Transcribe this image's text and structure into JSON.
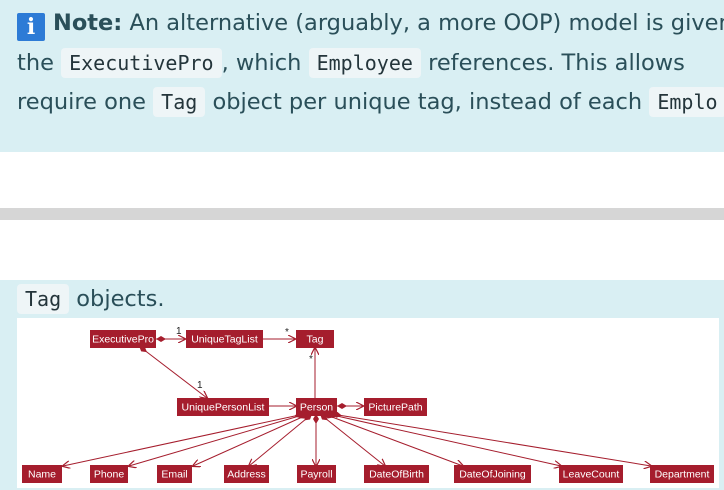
{
  "note": {
    "icon": "info-icon",
    "label": "Note:",
    "line1_text": " An alternative (arguably, a more OOP) model is given",
    "line2_a": "the ",
    "code1": "ExecutivePro",
    "line2_b": ", which ",
    "code2": "Employee",
    "line2_c": " references. This allows",
    "line3_a": "require one ",
    "code3": "Tag",
    "line3_b": " object per unique tag, instead of each ",
    "code4": "Emplo",
    "continuation_code": "Tag",
    "continuation_text": " objects."
  },
  "diagram": {
    "boxes": {
      "executivepro": "ExecutivePro",
      "uniquetaglist": "UniqueTagList",
      "tag": "Tag",
      "uniquepersonlist": "UniquePersonList",
      "person": "Person",
      "picturepath": "PicturePath",
      "name": "Name",
      "phone": "Phone",
      "email": "Email",
      "address": "Address",
      "payroll": "Payroll",
      "dateofbirth": "DateOfBirth",
      "dateofjoining": "DateOfJoining",
      "leavecount": "LeaveCount",
      "department": "Department"
    },
    "multiplicity_1a": "1",
    "multiplicity_star": "*",
    "multiplicity_1b": "1",
    "multiplicity_star2": "*",
    "box_color": "#a51d2d"
  }
}
